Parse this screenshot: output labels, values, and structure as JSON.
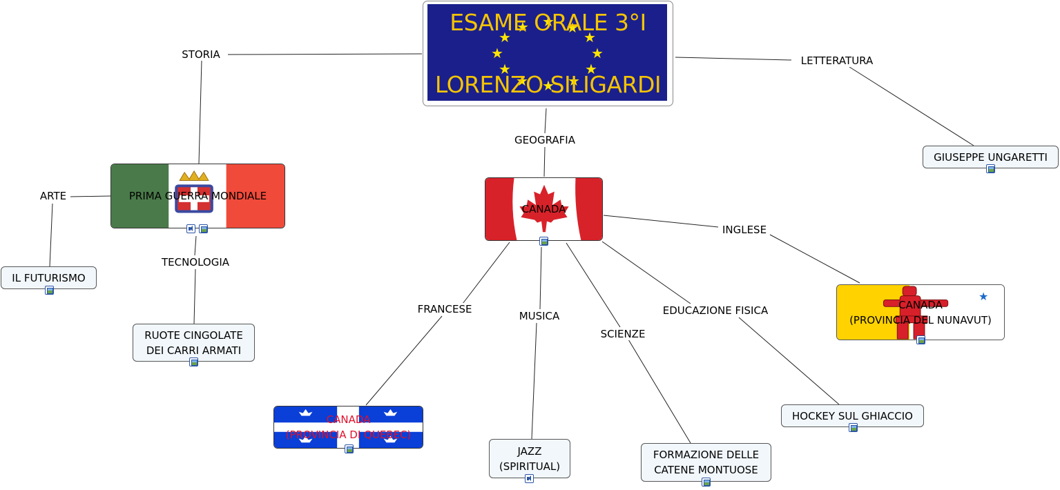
{
  "central": {
    "line1": "ESAME ORALE 3°I",
    "line2": "LORENZO SILIGARDI",
    "bg_color": "#1a1f8c",
    "text_color": "#f5c400",
    "star_color": "#ffe600"
  },
  "links": {
    "storia": "STORIA",
    "letteratura": "LETTERATURA",
    "geografia": "GEOGRAFIA",
    "arte": "ARTE",
    "tecnologia": "TECNOLOGIA",
    "inglese": "INGLESE",
    "francese": "FRANCESE",
    "musica": "MUSICA",
    "scienze": "SCIENZE",
    "educazione_fisica": "EDUCAZIONE FISICA"
  },
  "concepts": {
    "prima_guerra": "PRIMA GUERRA MONDIALE",
    "futurismo": "IL FUTURISMO",
    "ruote": "RUOTE CINGOLATE\nDEI CARRI ARMATI",
    "ungaretti": "GIUSEPPE UNGARETTI",
    "canada": "CANADA",
    "nunavut": "CANADA\n(PROVINCIA DEL NUNAVUT)",
    "quebec": "CANADA\n(PROVINCIA DI QUEBEC)",
    "jazz": "JAZZ\n(SPIRITUAL)",
    "montuose": "FORMAZIONE DELLE\nCATENE MONTUOSE",
    "hockey": "HOCKEY SUL GHIACCIO"
  },
  "icons": {
    "image": "image-resource-icon",
    "audio": "audio-resource-icon"
  },
  "colors": {
    "italy_green": "#4a7a4a",
    "italy_red": "#f04a3a",
    "canada_red": "#d8222a",
    "quebec_blue": "#0a3fd8",
    "quebec_text": "#e0102a",
    "nunavut_yellow": "#ffd200",
    "nunavut_red": "#d8202a",
    "node_bg": "#f2f7fb"
  }
}
